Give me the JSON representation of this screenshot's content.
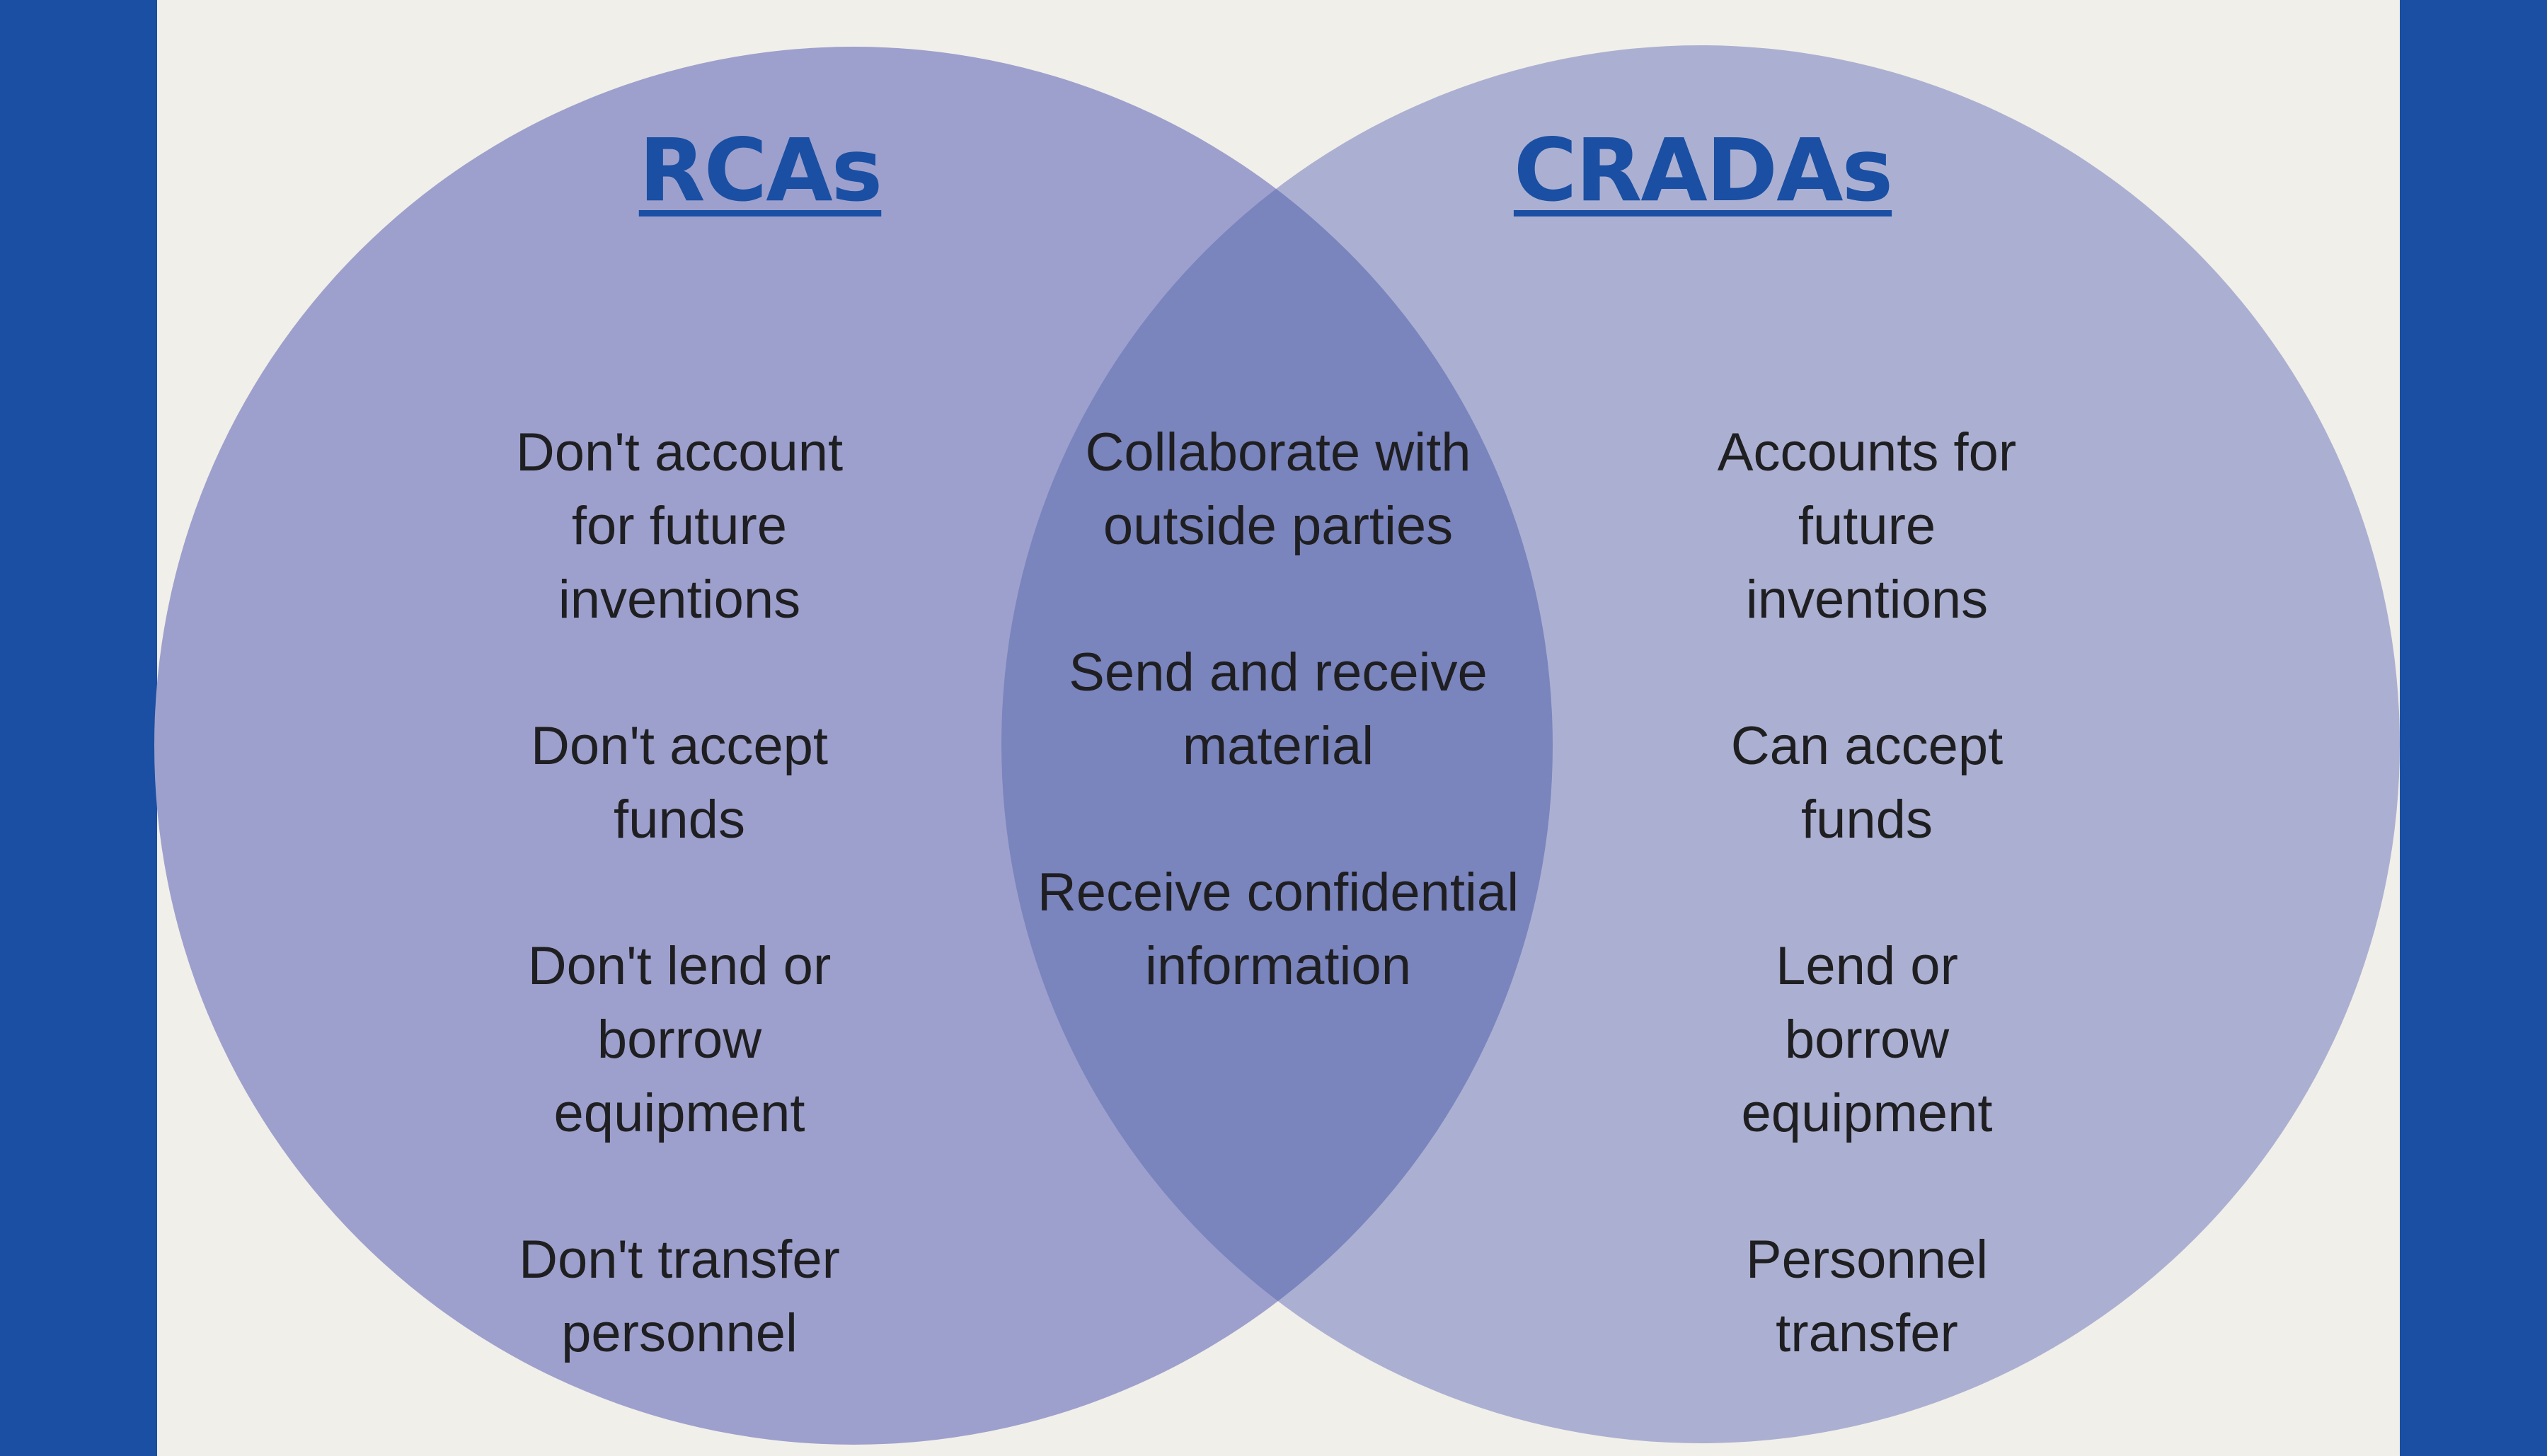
{
  "colors": {
    "frame_blue": "#1a4fa3",
    "panel_background": "#f1efe9",
    "left_circle": "#9da0cd",
    "right_circle": "#abb0d2",
    "overlap": "#7a84bd",
    "heading_text": "#1a4fa3",
    "body_text": "#1f1f22"
  },
  "venn": {
    "left": {
      "title": "RCAs",
      "items": [
        "Don't account\nfor future\ninventions",
        "Don't accept\nfunds",
        "Don't lend or\nborrow\nequipment",
        "Don't transfer\npersonnel"
      ]
    },
    "right": {
      "title": "CRADAs",
      "items": [
        "Accounts for\nfuture\ninventions",
        "Can accept\nfunds",
        "Lend or\nborrow\nequipment",
        "Personnel\ntransfer"
      ]
    },
    "shared": {
      "items": [
        "Collaborate with\noutside parties",
        "Send and receive\nmaterial",
        "Receive confidential\ninformation"
      ]
    }
  }
}
